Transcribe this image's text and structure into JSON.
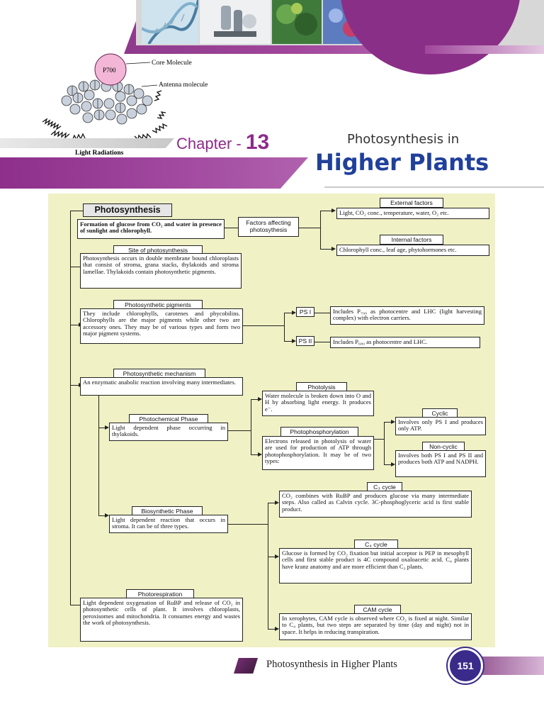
{
  "header": {
    "chapter_word": "Chapter - ",
    "chapter_number": "13",
    "title_line1": "Photosynthesis in",
    "title_line2": "Higher Plants"
  },
  "diagram": {
    "center_label": "P700",
    "core_label": "Core Molecule",
    "antenna_label": "Antenna molecule",
    "light_label": "Light Radiations"
  },
  "flowchart": {
    "title": "Photosynthesis",
    "definition": "Formation of glucose from CO₂ and water in presence of sunlight and chlorophyll.",
    "factors_header": "Factors affecting photosythesis",
    "external_header": "External factors",
    "external_text": "Light, CO₂ conc., temperature, water, O₂ etc.",
    "internal_header": "Internal factors",
    "internal_text": "Chlorophyll conc., leaf age, phytohormones etc.",
    "site_header": "Site of photosynthesis",
    "site_text": "Photosynthesis occurs in double membrane bound chloroplasts that consist of stroma, grana stacks, thylakoids and stroma lamellae. Thylakoids contain photosynthetic pigments.",
    "pigments_header": "Photosynthetic pigments",
    "pigments_text": "They include chlorophylls, carotenes and phycobilins. Chlorophylls are the major pigments while other two are accessory ones. They may be of various types and form two major pigment systems.",
    "ps1_header": "PS I",
    "ps1_text": "Includes P₇₀₀ as photocentre and LHC (light harvesting complex) with electron carriers.",
    "ps2_header": "PS II",
    "ps2_text": "Includes P₆₈₀ as photocentre and LHC.",
    "mechanism_header": "Photosynthetic mechanism",
    "mechanism_text": "An enzymatic anabolic reaction involving many intermediates.",
    "photochemical_header": "Photochemical Phase",
    "photochemical_text": "Light dependent phase occurring in thylakoids.",
    "photolysis_header": "Photolysis",
    "photolysis_text": "Water molecule is broken down into O and H by absorbing light energy. It produces e⁻.",
    "photophos_header": "Photophosphorylation",
    "photophos_text": "Electrons released in photolysis of water are used for production of ATP through photophosphorylation. It may be of two types:",
    "cyclic_header": "Cyclic",
    "cyclic_text": "Involves only PS I and produces only ATP.",
    "noncyclic_header": "Non-cyclic",
    "noncyclic_text": "Involves both PS I and PS II and produces both ATP and NADPH.",
    "biosynthetic_header": "Biosynthetic Phase",
    "biosynthetic_text": "Light dependent reaction that occurs in stroma. It can be of three types.",
    "c3_header": "C₃ cycle",
    "c3_text": "CO₂ combines with RuBP and produces glucose via many intermediate steps. Also called as Calvin cycle. 3C-phosphoglyceric acid is first stable product.",
    "c4_header": "C₄ cycle",
    "c4_text": "Glucose is formed by CO₂ fixation but initial acceptor is PEP in mesophyll cells and first stable product is 4C compound oxaloacetic acid. C₄ plants have kranz anatomy and are more efficient than C₃ plants.",
    "cam_header": "CAM cycle",
    "cam_text": "In xerophytes, CAM cycle is observed where CO₂ is fixed at night. Similar to C₄ plants, but two steps are separated by time (day and night) not in space. It helps in reducing transpiration.",
    "photoresp_header": "Photorespiration",
    "photoresp_text": "Light dependent oxygenation of RuBP and release of CO₂ in photosynthetic cells of plant. It involves chloroplasts, peroxisomes and mitochondria. It consumes energy and wastes the work of photosynthesis."
  },
  "footer": {
    "running_title": "Photosynthesis in Higher Plants",
    "page_number": "151"
  },
  "colors": {
    "brand_purple": "#8e2b8c",
    "title_blue": "#20409a",
    "panel_bg": "#f0f1c5"
  }
}
